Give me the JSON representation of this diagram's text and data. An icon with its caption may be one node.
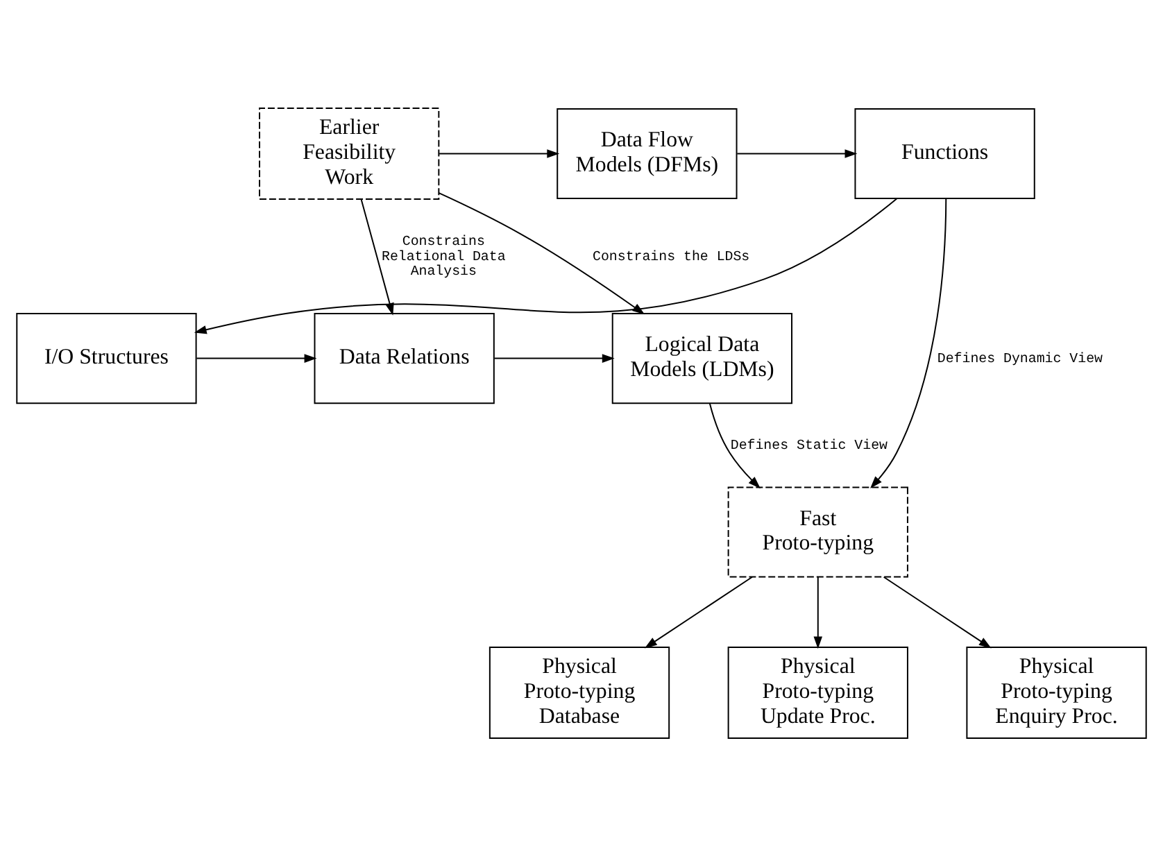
{
  "diagram": {
    "nodes": [
      {
        "text": [
          "Earlier Feasibility Work"
        ]
      },
      {
        "text": [
          "Data Flow Models (DFMs)"
        ]
      },
      {
        "text": [
          "Functions"
        ]
      },
      {
        "text": [
          "Logical Data Models (LDMs)"
        ]
      },
      {
        "text": [
          "Data Relations"
        ]
      },
      {
        "text": [
          "I/O Structures"
        ]
      },
      {
        "text": [
          "Fast Proto-typing"
        ]
      },
      {
        "text": [
          "Physical Proto-typing Database"
        ]
      },
      {
        "text": [
          "Physical Proto-typing Update Proc."
        ]
      },
      {
        "text": [
          "Physical Proto-typing Enquiry Proc."
        ]
      }
    ],
    "edges": [
      {
        "from": 0,
        "to": 1,
        "arrow": "to"
      },
      {
        "from": 1,
        "to": 2,
        "arrow": "to"
      },
      {
        "from": 0,
        "to": 3,
        "arrow": "to",
        "label": "Constrains the LDSs"
      },
      {
        "from": 0,
        "to": 4,
        "arrow": "to",
        "label": "Constrains Relational Data Analysis"
      },
      {
        "from": 2,
        "to": 5,
        "arrow": "to"
      },
      {
        "from": 5,
        "to": 4,
        "arrow": "to"
      },
      {
        "from": 4,
        "to": 3,
        "arrow": "to"
      },
      {
        "from": 3,
        "to": 6,
        "arrow": "to",
        "label": "Defines Static View"
      },
      {
        "from": 2,
        "to": 6,
        "arrow": "to",
        "label": "Defines Dynamic View"
      },
      {
        "from": 6,
        "to": 7,
        "arrow": "to"
      },
      {
        "from": 6,
        "to": 8,
        "arrow": "to"
      },
      {
        "from": 6,
        "to": 9,
        "arrow": "to"
      }
    ]
  }
}
